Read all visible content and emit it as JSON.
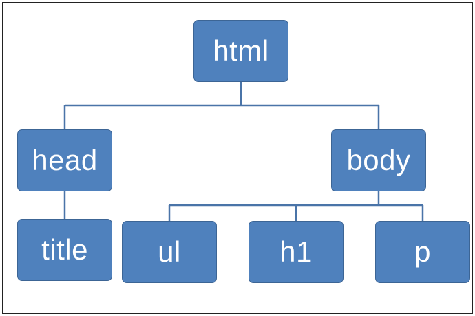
{
  "diagram": {
    "nodes": {
      "html": "html",
      "head": "head",
      "body": "body",
      "title": "title",
      "ul": "ul",
      "h1": "h1",
      "p": "p"
    },
    "edges": [
      [
        "html",
        "head"
      ],
      [
        "html",
        "body"
      ],
      [
        "head",
        "title"
      ],
      [
        "body",
        "ul"
      ],
      [
        "body",
        "h1"
      ],
      [
        "body",
        "p"
      ]
    ],
    "colors": {
      "node_fill": "#4f81bd",
      "node_border": "#3c6595",
      "node_text": "#ffffff",
      "connector": "#4a74a8",
      "frame": "#222222"
    }
  }
}
